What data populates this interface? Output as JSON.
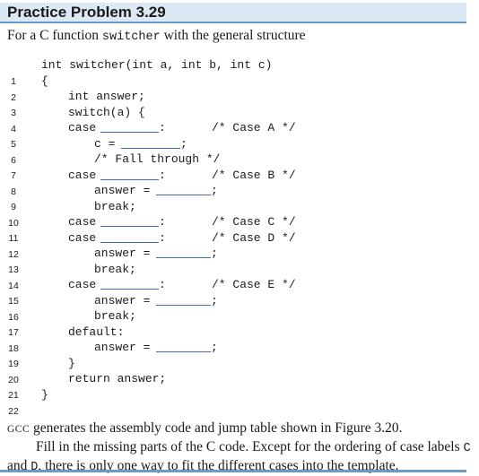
{
  "header": {
    "title": "Practice Problem 3.29"
  },
  "intro": {
    "prefix": "For a C function ",
    "func_name": "switcher",
    "suffix": " with the general structure"
  },
  "code": {
    "lines": [
      {
        "n": "1",
        "segs": [
          {
            "t": "int switcher(int a, int b, int c)"
          }
        ]
      },
      {
        "n": "2",
        "segs": [
          {
            "t": "{"
          }
        ]
      },
      {
        "n": "3",
        "segs": [
          {
            "t": "int answer;"
          }
        ]
      },
      {
        "n": "4",
        "segs": [
          {
            "t": "switch(a) {"
          }
        ]
      },
      {
        "n": "5",
        "segs": [
          {
            "t": "case"
          },
          {
            "t": ":"
          },
          {
            "t": "/* Case A */"
          }
        ]
      },
      {
        "n": "6",
        "segs": [
          {
            "t": "c ="
          },
          {
            "t": ";"
          }
        ]
      },
      {
        "n": "7",
        "segs": [
          {
            "t": "/* Fall through */"
          }
        ]
      },
      {
        "n": "8",
        "segs": [
          {
            "t": "case"
          },
          {
            "t": ":"
          },
          {
            "t": "/* Case B */"
          }
        ]
      },
      {
        "n": "9",
        "segs": [
          {
            "t": "answer ="
          },
          {
            "t": ";"
          }
        ]
      },
      {
        "n": "10",
        "segs": [
          {
            "t": "break;"
          }
        ]
      },
      {
        "n": "11",
        "segs": [
          {
            "t": "case"
          },
          {
            "t": ":"
          },
          {
            "t": "/* Case C */"
          }
        ]
      },
      {
        "n": "12",
        "segs": [
          {
            "t": "case"
          },
          {
            "t": ":"
          },
          {
            "t": "/* Case D */"
          }
        ]
      },
      {
        "n": "13",
        "segs": [
          {
            "t": "answer ="
          },
          {
            "t": ";"
          }
        ]
      },
      {
        "n": "14",
        "segs": [
          {
            "t": "break;"
          }
        ]
      },
      {
        "n": "15",
        "segs": [
          {
            "t": "case"
          },
          {
            "t": ":"
          },
          {
            "t": "/* Case E */"
          }
        ]
      },
      {
        "n": "16",
        "segs": [
          {
            "t": "answer ="
          },
          {
            "t": ";"
          }
        ]
      },
      {
        "n": "17",
        "segs": [
          {
            "t": "break;"
          }
        ]
      },
      {
        "n": "18",
        "segs": [
          {
            "t": "default:"
          }
        ]
      },
      {
        "n": "19",
        "segs": [
          {
            "t": "answer ="
          },
          {
            "t": ";"
          }
        ]
      },
      {
        "n": "20",
        "segs": [
          {
            "t": "}"
          }
        ]
      },
      {
        "n": "21",
        "segs": [
          {
            "t": "return answer;"
          }
        ]
      },
      {
        "n": "22",
        "segs": [
          {
            "t": "}"
          }
        ]
      }
    ]
  },
  "footer": {
    "p1_gcc": "gcc",
    "p1_rest": " generates the assembly code and jump table shown in Figure 3.20.",
    "p2_a": "Fill in the missing parts of the C code. Except for the ordering of case labels ",
    "p2_c": "C",
    "p2_and": " and ",
    "p2_d": "D",
    "p2_b": ", there is only one way to fit the different cases into the template."
  },
  "colors": {
    "title_bg": "#dce8f3",
    "rule": "#6a9bc8",
    "blank_line": "#3a6fb0"
  }
}
